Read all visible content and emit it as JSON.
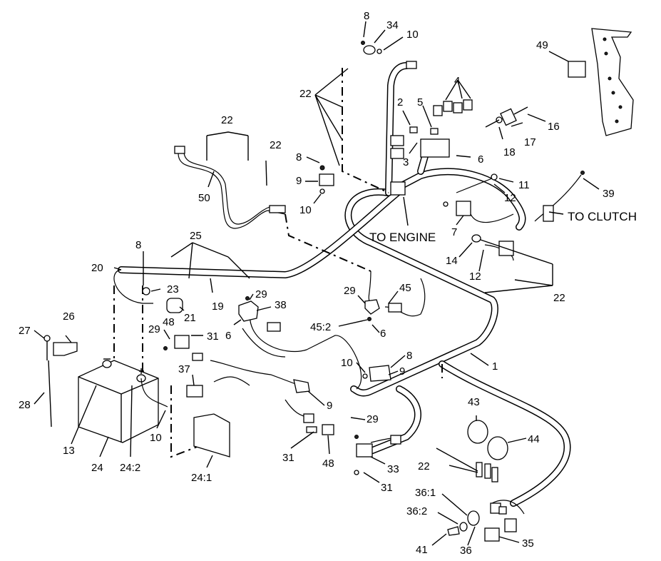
{
  "labels": {
    "l8a": "8",
    "l34": "34",
    "l10a": "10",
    "l49": "49",
    "l4": "4",
    "l22a": "22",
    "l2": "2",
    "l5": "5",
    "l16": "16",
    "l17": "17",
    "l18": "18",
    "l22b": "22",
    "l22c": "22",
    "l3": "3",
    "l6a": "6",
    "l8b": "8",
    "l9a": "9",
    "l11": "11",
    "l50": "50",
    "l10b": "10",
    "l12a": "12",
    "l39": "39",
    "l7": "7",
    "l25": "25",
    "l8c": "8",
    "l14": "14",
    "l12b": "12",
    "l20": "20",
    "l23": "23",
    "l19": "19",
    "l29a": "29",
    "l38": "38",
    "l21": "21",
    "l45": "45",
    "l29b": "29",
    "l22d": "22",
    "l48a": "48",
    "l26": "26",
    "l27": "27",
    "l29c": "29",
    "l31a": "31",
    "l6b": "6",
    "l45_2": "45:2",
    "l6c": "6",
    "l8d": "8",
    "l10c": "10",
    "l9b": "9",
    "l1": "1",
    "l37": "37",
    "l28": "28",
    "l9c": "9",
    "l43": "43",
    "l29d": "29",
    "l44": "44",
    "l13": "13",
    "l24_2": "24:2",
    "l10d": "10",
    "l31b": "31",
    "l48b": "48",
    "l24": "24",
    "l24_1": "24:1",
    "l33": "33",
    "l22e": "22",
    "l31c": "31",
    "l36_1": "36:1",
    "l36_2": "36:2",
    "l41": "41",
    "l36": "36",
    "l35": "35"
  },
  "callouts": {
    "to_engine": "TO ENGINE",
    "to_clutch": "TO CLUTCH"
  }
}
